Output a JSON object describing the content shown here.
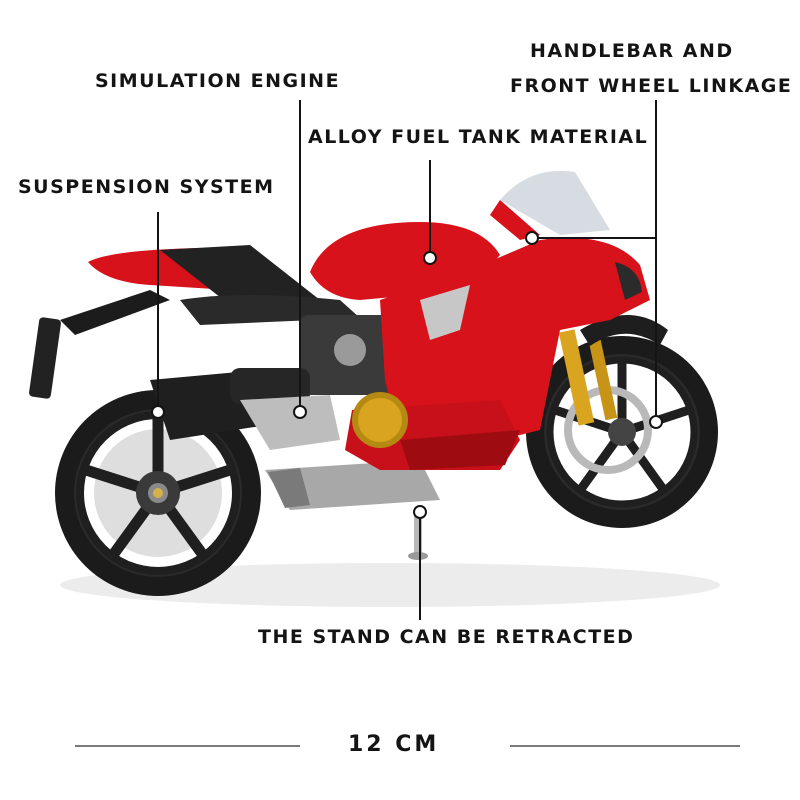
{
  "annotations": {
    "handlebar_line1": "HANDLEBAR AND",
    "handlebar_line2": "FRONT WHEEL LINKAGE",
    "engine": "SIMULATION ENGINE",
    "fuel_tank": "ALLOY FUEL TANK MATERIAL",
    "suspension": "SUSPENSION SYSTEM",
    "stand": "THE STAND CAN BE RETRACTED"
  },
  "scale": {
    "length_label": "12 CM"
  },
  "colors": {
    "body_red": "#d8121b",
    "dark_red": "#9e0c12",
    "tire_black": "#1b1b1b",
    "fork_gold": "#d9a520",
    "text": "#141414"
  }
}
